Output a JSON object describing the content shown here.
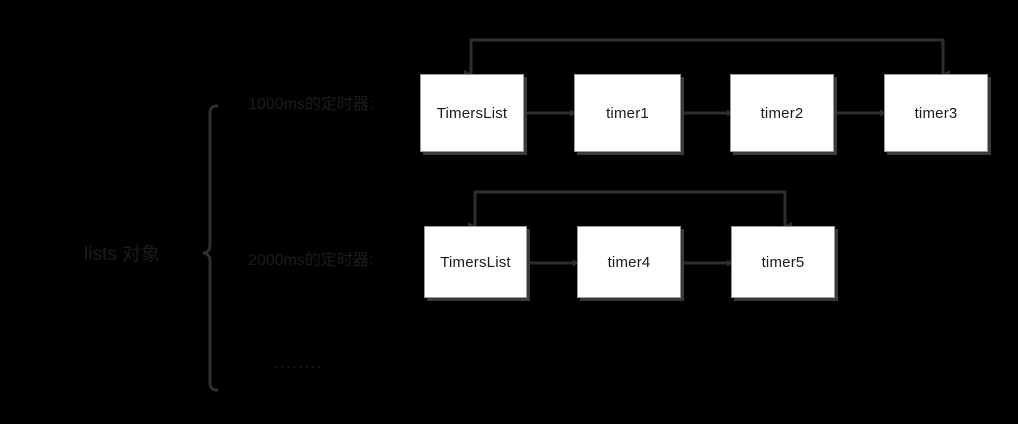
{
  "diagram": {
    "title_label": "lists 对象",
    "background_color": "#000000",
    "node_fill": "#ffffff",
    "node_border": "#9a9a9a",
    "connector_color": "#2e2e2e",
    "groups": [
      {
        "label": "1000ms的定时器:",
        "nodes": [
          {
            "id": "r1-list",
            "label": "TimersList"
          },
          {
            "id": "r1-timer1",
            "label": "timer1"
          },
          {
            "id": "r1-timer2",
            "label": "timer2"
          },
          {
            "id": "r1-timer3",
            "label": "timer3"
          }
        ]
      },
      {
        "label": "2000ms的定时器:",
        "nodes": [
          {
            "id": "r2-list",
            "label": "TimersList"
          },
          {
            "id": "r2-timer4",
            "label": "timer4"
          },
          {
            "id": "r2-timer5",
            "label": "timer5"
          }
        ]
      }
    ],
    "more_indicator": "........"
  }
}
